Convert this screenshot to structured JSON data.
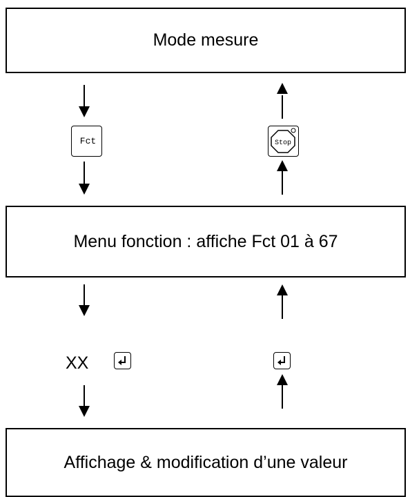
{
  "boxes": {
    "measure_mode": "Mode mesure",
    "function_menu": "Menu fonction : affiche Fct 01 à 67",
    "value_display": "Affichage & modification d’une valeur"
  },
  "keys": {
    "fct_label": "Fct",
    "stop_label": "Stop",
    "xx_label": "XX"
  },
  "icons": {
    "enter": "enter-key-icon",
    "stop": "stop-sign-icon",
    "arrow_down": "arrow-down-icon",
    "arrow_up": "arrow-up-icon"
  }
}
